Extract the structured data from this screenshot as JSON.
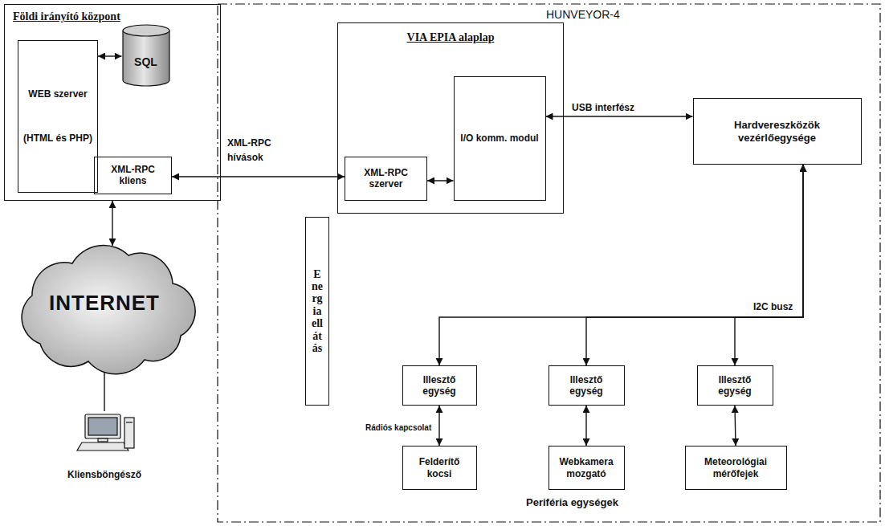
{
  "diagram": {
    "nodes": [
      {
        "text": [
          "Földi irányító központ"
        ]
      },
      {
        "text": [
          "WEB szerver",
          "(HTML és PHP)"
        ],
        "in": 0
      },
      {
        "text": [
          "SQL"
        ],
        "in": 0
      },
      {
        "text": [
          "XML-RPC kliens"
        ],
        "in": 0
      },
      {
        "text": [
          "INTERNET"
        ]
      },
      {
        "text": [
          "Kliensböngésző"
        ]
      },
      {
        "text": [
          "HUNVEYOR-4"
        ]
      },
      {
        "text": [
          "VIA EPIA alaplap"
        ],
        "in": 6
      },
      {
        "text": [
          "XML-RPC szerver"
        ],
        "in": 7
      },
      {
        "text": [
          "I/O komm. modul"
        ],
        "in": 7
      },
      {
        "text": [
          "Hardvereszközök vezérlőegysége"
        ],
        "in": 6
      },
      {
        "text": [
          "Energiaellátás"
        ],
        "in": 6
      },
      {
        "text": [
          "Illesztő egység"
        ],
        "in": 6
      },
      {
        "text": [
          "Illesztő egység"
        ],
        "in": 6
      },
      {
        "text": [
          "Illesztő egység"
        ],
        "in": 6
      },
      {
        "text": [
          "Felderítő kocsi"
        ],
        "in": 6
      },
      {
        "text": [
          "Webkamera mozgató"
        ],
        "in": 6
      },
      {
        "text": [
          "Meteorológiai mérőfejek"
        ],
        "in": 6
      }
    ],
    "edges": [
      {
        "from": 1,
        "to": 2,
        "arrow": "both"
      },
      {
        "from": 3,
        "to": 8,
        "label": "XML-RPC hívások",
        "arrow": "both"
      },
      {
        "from": 0,
        "to": 4,
        "arrow": "both"
      },
      {
        "from": 4,
        "to": 5,
        "arrow": "none"
      },
      {
        "from": 8,
        "to": 9,
        "arrow": "both"
      },
      {
        "from": 9,
        "to": 10,
        "label": "USB interfész",
        "arrow": "both"
      },
      {
        "from": 10,
        "to": 12,
        "arrow": "both"
      },
      {
        "from": 10,
        "to": 13,
        "arrow": "both"
      },
      {
        "from": 10,
        "to": 14,
        "arrow": "both"
      },
      {
        "from": 12,
        "to": 15,
        "label": "Rádiós kapcsolat",
        "arrow": "both"
      },
      {
        "from": 13,
        "to": 16,
        "arrow": "both"
      },
      {
        "from": 14,
        "to": 17,
        "arrow": "both"
      }
    ],
    "labels": [
      "I2C busz",
      "Periféria egységek"
    ]
  }
}
